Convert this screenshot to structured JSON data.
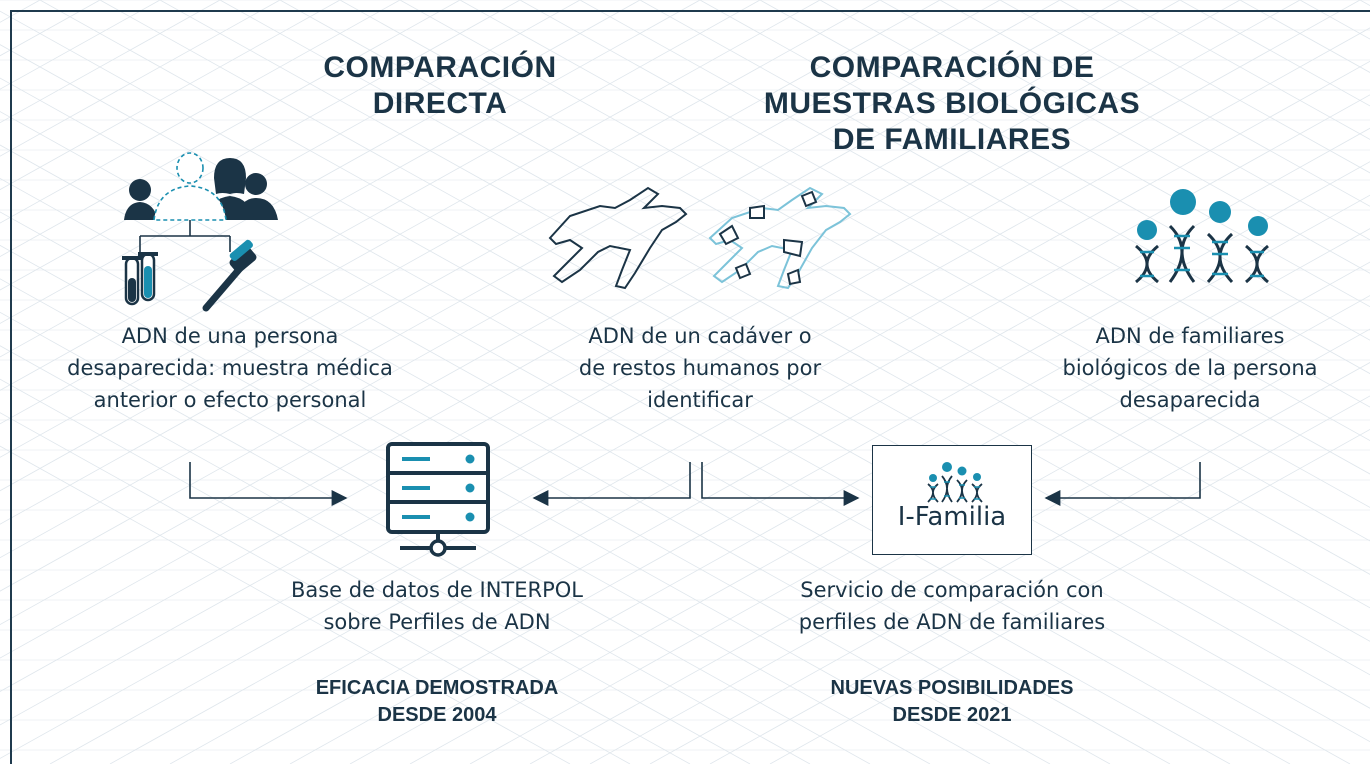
{
  "headings": {
    "direct": "COMPARACIÓN\nDIRECTA",
    "familial": "COMPARACIÓN DE\nMUESTRAS BIOLÓGICAS\nDE FAMILIARES"
  },
  "sources": {
    "missing_person": "ADN de una persona\ndesaparecida: muestra médica\nanterior o efecto personal",
    "remains": "ADN de un cadáver o\nde restos humanos por\nidentificar",
    "relatives": "ADN de familiares\nbiológicos de la persona\ndesaparecida"
  },
  "services": {
    "database": "Base de datos de INTERPOL\nsobre Perfiles de ADN",
    "ifamilia_logo": "I-Familia",
    "ifamilia": "Servicio de comparación con\nperfiles de ADN de familiares"
  },
  "footers": {
    "database": "EFICACIA DEMOSTRADA\nDESDE 2004",
    "ifamilia": "NUEVAS POSIBILIDADES\nDESDE 2021"
  },
  "colors": {
    "navy": "#1b3446",
    "teal": "#1a8fb0",
    "light_teal": "#7cc3d9",
    "grid": "#dfe6ec"
  },
  "icons": {
    "missing_person": "silhouettes-group-icon",
    "test_tubes": "test-tubes-icon",
    "toothbrush": "toothbrush-icon",
    "body_outline": "body-outline-icon",
    "remains_outline": "remains-outline-icon",
    "family_dna": "family-dna-icon",
    "database": "server-database-icon",
    "ifamilia": "ifamilia-logo-icon"
  }
}
